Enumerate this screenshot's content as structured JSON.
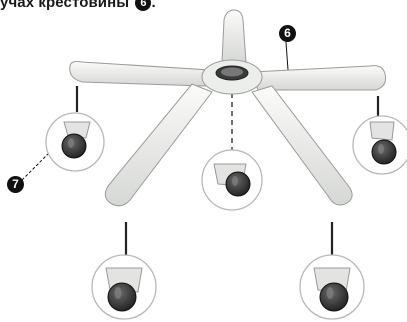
{
  "caption": {
    "text": "учах крестовины",
    "badge": "6"
  },
  "callouts": {
    "six": "6",
    "seven": "7"
  },
  "colors": {
    "ink": "#111111",
    "base_fill": "#f2f3f1",
    "base_shade": "#d9dbd8",
    "wheel": "#3a3a3a",
    "stem": "#222222"
  }
}
